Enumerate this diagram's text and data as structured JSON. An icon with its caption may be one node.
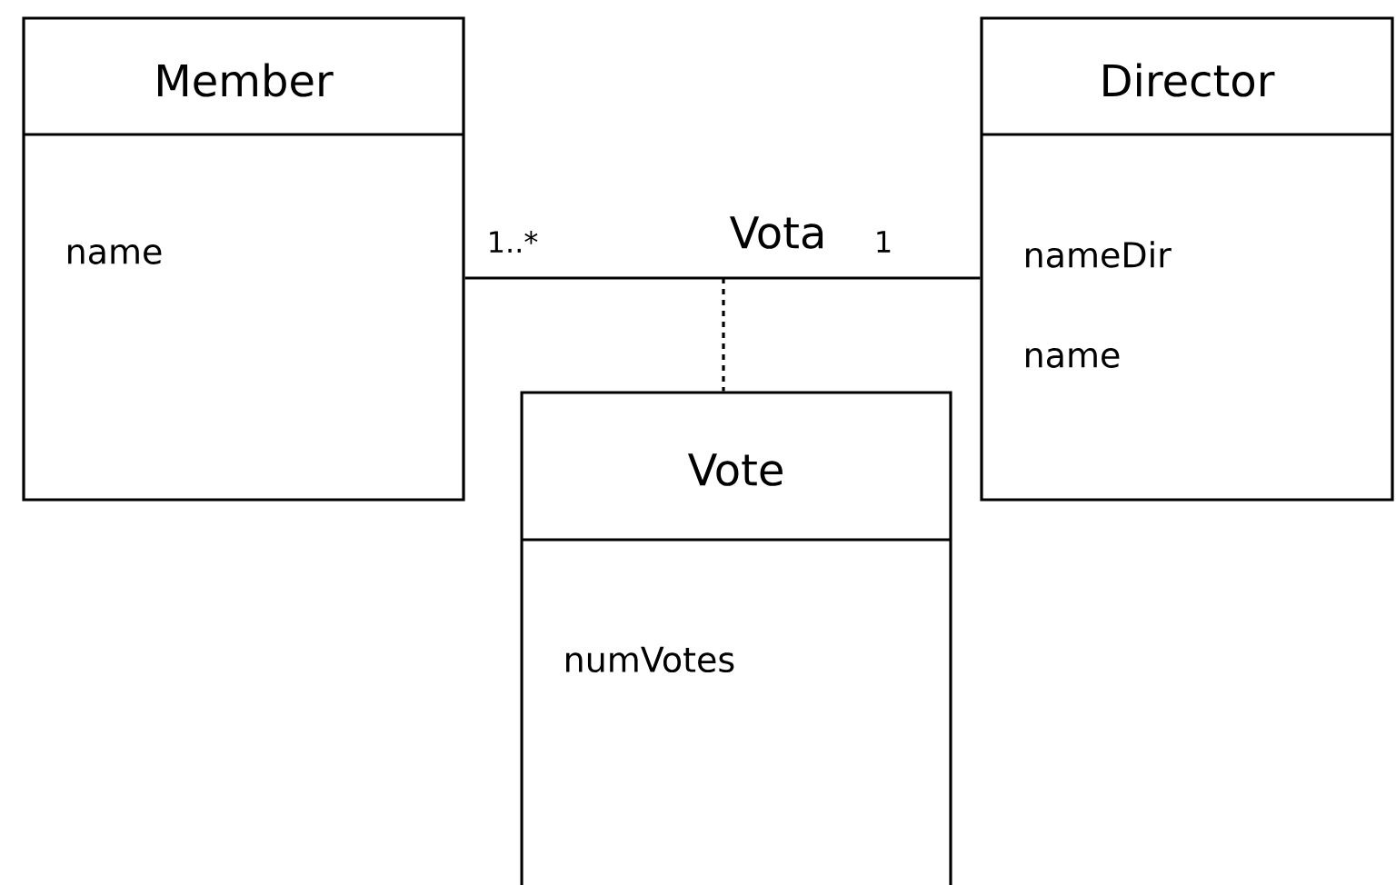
{
  "diagram": {
    "nodes": [
      {
        "text": [
          "Member",
          "name"
        ]
      },
      {
        "text": [
          "Director",
          "nameDir",
          "name"
        ]
      },
      {
        "text": [
          "Vote",
          "numVotes"
        ]
      }
    ],
    "edges": [
      {
        "from": 0,
        "to": 1,
        "arrow": "none",
        "label": "Vota"
      },
      {
        "from": null,
        "to": 2,
        "arrow": "none",
        "style": "dashed"
      }
    ],
    "labels": [
      "1..*",
      "1"
    ]
  }
}
